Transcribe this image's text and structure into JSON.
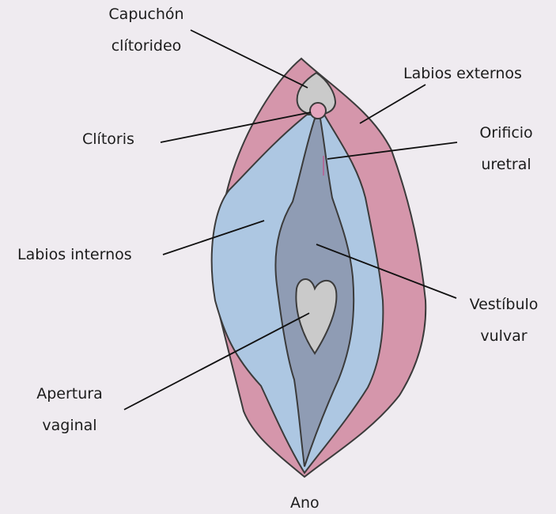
{
  "labels": {
    "capuchon": [
      "Capuchón",
      "clítorideo"
    ],
    "labios_externos": "Labios externos",
    "clitoris": "Clítoris",
    "orificio": [
      "Orificio",
      "uretral"
    ],
    "labios_internos": "Labios internos",
    "vestibulo": [
      "Vestíbulo",
      "vulvar"
    ],
    "apertura": [
      "Apertura",
      "vaginal"
    ],
    "ano": "Ano"
  },
  "colors": {
    "background": "#efebf0",
    "outer_labia": "#d596ab",
    "inner_labia": "#adc7e2",
    "vestibule": "#8f9cb4",
    "hood": "#cacaca",
    "clitoris": "#e4a5bd",
    "urethra_mark": "#b06c9a",
    "outline": "#3b3b3b"
  }
}
